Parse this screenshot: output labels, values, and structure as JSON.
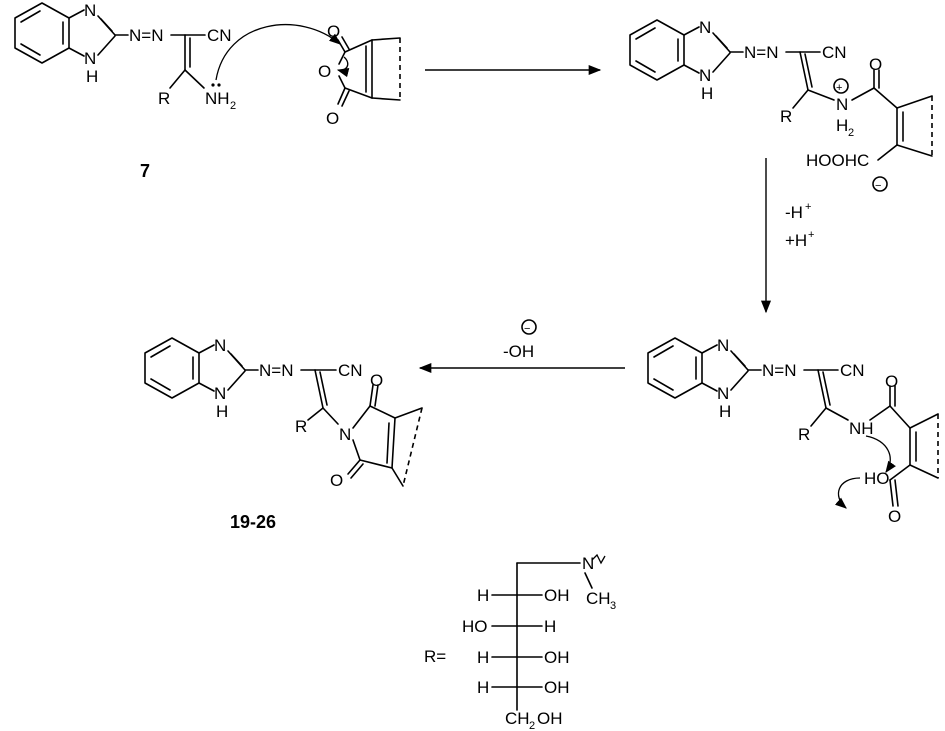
{
  "compounds": {
    "start": {
      "label": "7",
      "cn": "CN",
      "r": "R",
      "n_upper": "N",
      "nh": "N",
      "h": "H",
      "azo": "N=N",
      "nh2": "NH",
      "nh2_sub": "2",
      "anhydride_o1": "O",
      "anhydride_o2": "O",
      "anhydride_o3": "O"
    },
    "intermediate1": {
      "cn": "CN",
      "r": "R",
      "n_upper": "N",
      "nh": "N",
      "h": "H",
      "azo": "N=N",
      "nh_plus": "N",
      "h2": "H",
      "h2_sub": "2",
      "carbonyl_o": "O",
      "carboxylate": "HOOHC",
      "plus": "+",
      "minus": "−"
    },
    "intermediate2": {
      "cn": "CN",
      "r": "R",
      "n_upper": "N",
      "nh": "N",
      "h": "H",
      "azo": "N=N",
      "amide_nh": "NH",
      "carbonyl_o": "O",
      "acid_ho": "HO",
      "acid_o": "O"
    },
    "product": {
      "label": "19-26",
      "cn": "CN",
      "r": "R",
      "n_upper": "N",
      "nh": "N",
      "h": "H",
      "azo": "N=N",
      "imide_n": "N",
      "imide_o1": "O",
      "imide_o2": "O"
    }
  },
  "arrows": {
    "step2_line1": "-H",
    "step2_line1_sup": "+",
    "step2_line2": "+H",
    "step2_line2_sup": "+",
    "step3_reagent": "-OH",
    "step3_minus": "−"
  },
  "r_group": {
    "label": "R=",
    "n": "N",
    "ch3": "CH",
    "ch3_sub": "3",
    "rows": [
      {
        "left": "H",
        "right": "OH"
      },
      {
        "left": "HO",
        "right": "H"
      },
      {
        "left": "H",
        "right": "OH"
      },
      {
        "left": "H",
        "right": "OH"
      }
    ],
    "bottom": "CH",
    "bottom_sub": "2",
    "bottom_tail": "OH"
  }
}
